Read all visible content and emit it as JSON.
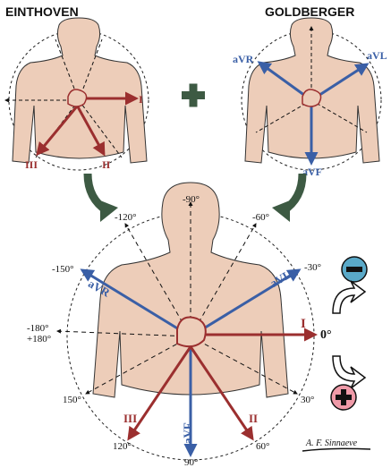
{
  "titles": {
    "left": "EINTHOVEN",
    "right": "GOLDBERGER"
  },
  "leads": {
    "I": "I",
    "II": "II",
    "III": "III",
    "aVR": "aVR",
    "aVL": "aVL",
    "aVF": "aVF"
  },
  "degrees": {
    "m90": "-90°",
    "m120": "-120°",
    "m60": "-60°",
    "m150": "-150°",
    "m30": "-30°",
    "m180": "-180°",
    "p180": "+180°",
    "zero": "0°",
    "p150": "150°",
    "p30": "30°",
    "p120": "120°",
    "p60": "60°",
    "p90": "90°"
  },
  "signature": "A. F. Sinnaeve",
  "colors": {
    "red": "#9b2f2f",
    "blue": "#3a5fa6",
    "skin": "#edcdb9",
    "green": "#3d5a43",
    "negative_badge": "#5aa9c8",
    "positive_badge": "#ef9aa8"
  }
}
